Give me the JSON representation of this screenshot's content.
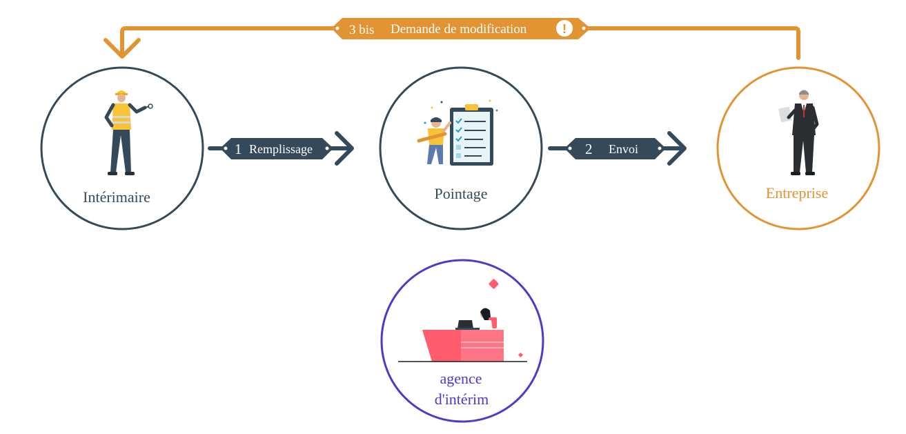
{
  "colors": {
    "slate": "#34495a",
    "orange": "#e29332",
    "purple": "#4d3ac6",
    "pink": "#ff5c6e",
    "yellow": "#f7c338"
  },
  "nodes": {
    "interimaire": {
      "label": "Intérimaire"
    },
    "pointage": {
      "label": "Pointage"
    },
    "entreprise": {
      "label": "Entreprise"
    },
    "agence": {
      "label_line1": "agence",
      "label_line2": "d'intérim"
    }
  },
  "steps": {
    "remplissage": {
      "number": "1",
      "label": "Remplissage"
    },
    "envoi": {
      "number": "2",
      "label": "Envoi"
    },
    "modification": {
      "number": "3 bis",
      "label": "Demande de modification",
      "badge": "!"
    }
  },
  "icons": {
    "worker": "worker-hardhat-icon",
    "checklist": "clipboard-checklist-icon",
    "businessman": "businessman-icon",
    "receptionist": "receptionist-desk-icon",
    "alert": "exclamation-icon"
  }
}
